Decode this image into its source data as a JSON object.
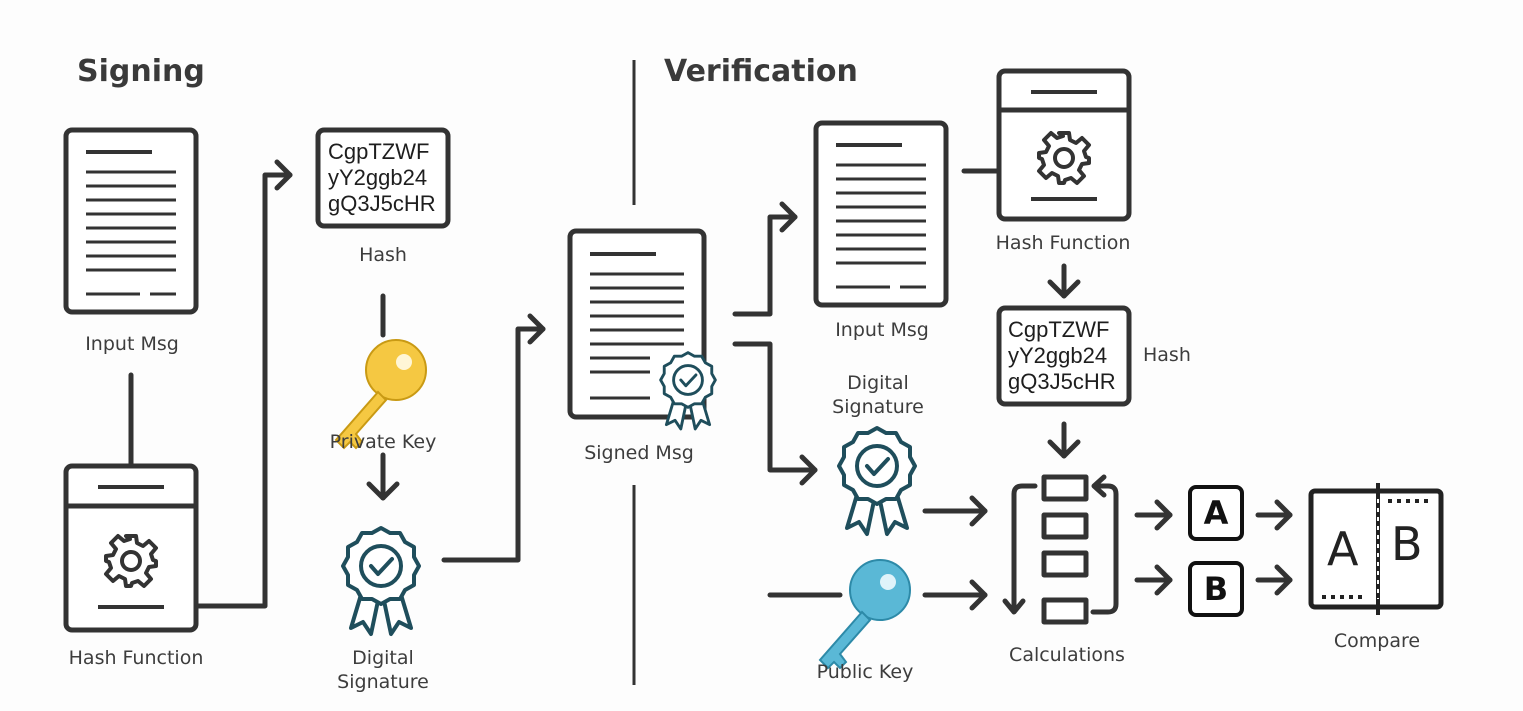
{
  "sections": {
    "signing": "Signing",
    "verification": "Verification"
  },
  "signing": {
    "input_msg_label": "Input Msg",
    "hash_function_label": "Hash Function",
    "hash_label": "Hash",
    "hash_lines": [
      "CgpTZWF",
      "yY2ggb24",
      "gQ3J5cHR"
    ],
    "private_key_label": "Private Key",
    "digital_signature_label_1": "Digital",
    "digital_signature_label_2": "Signature",
    "signed_msg_label": "Signed Msg"
  },
  "verification": {
    "input_msg_label": "Input Msg",
    "hash_function_label": "Hash Function",
    "hash_label": "Hash",
    "hash_lines": [
      "CgpTZWF",
      "yY2ggb24",
      "gQ3J5cHR"
    ],
    "digital_signature_label_1": "Digital",
    "digital_signature_label_2": "Signature",
    "public_key_label": "Public Key",
    "calculations_label": "Calculations",
    "result_a": "A",
    "result_b": "B",
    "compare_a": "A",
    "compare_b": "B",
    "compare_label": "Compare"
  },
  "colors": {
    "stroke": "#333333",
    "private_key": "#f5c842",
    "public_key": "#5ab8d6",
    "badge": "#1f4e5c"
  },
  "icons": [
    "document-icon",
    "gear-icon",
    "key-icon",
    "certificate-badge-icon",
    "calculation-stack-icon"
  ]
}
